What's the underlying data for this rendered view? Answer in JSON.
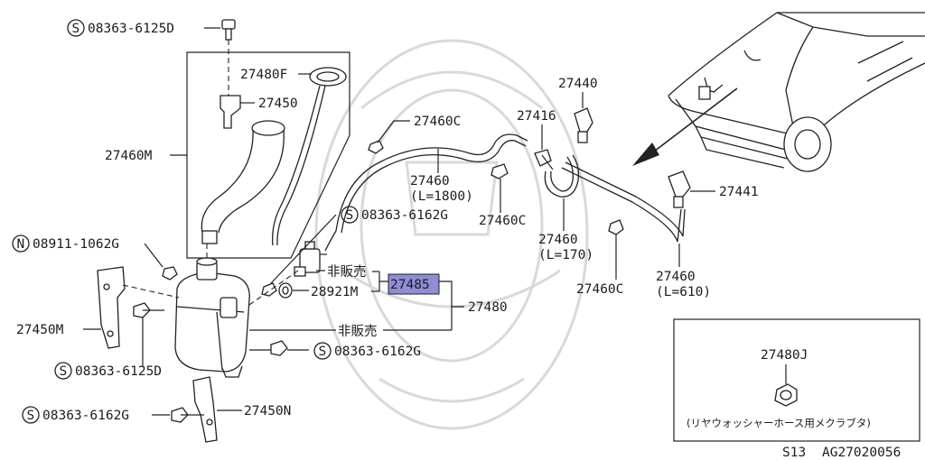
{
  "callouts": {
    "bolt_top": "08363-6125D",
    "bolt_top_prefix": "S",
    "cap": "27480F",
    "bracket_small": "27450",
    "neck_assy": "27460M",
    "nut_n": "08911-1062G",
    "nut_n_prefix": "N",
    "bracket_left": "27450M",
    "bolt_left": "08363-6125D",
    "bolt_left_prefix": "S",
    "bolt_bottom": "08363-6162G",
    "bolt_bottom_prefix": "S",
    "bracket_bottom": "27450N",
    "bolt_mid": "08363-6162G",
    "bolt_mid_prefix": "S",
    "bolt_right": "08363-6162G",
    "bolt_right_prefix": "S",
    "grommet": "28921M",
    "pump": "27485",
    "tank": "27480",
    "not_for_sale_1": "非販売",
    "not_for_sale_2": "非販売",
    "clip_top": "27460C",
    "hose_long": "27460",
    "hose_long_len": "(L=1800)",
    "clip_mid": "27460C",
    "joint": "27416",
    "nozzle_l": "27440",
    "hose_mid": "27460",
    "hose_mid_len": "(L=170)",
    "clip_low": "27460C",
    "nozzle_r": "27441",
    "hose_short": "27460",
    "hose_short_len": "(L=610)"
  },
  "inset": {
    "part": "27480J",
    "note": "(リヤウォッシャーホース用メクラブタ)"
  },
  "footer": {
    "model": "S13",
    "diagram_code": "AG27020056"
  },
  "highlight_color": "#8e8ed6"
}
